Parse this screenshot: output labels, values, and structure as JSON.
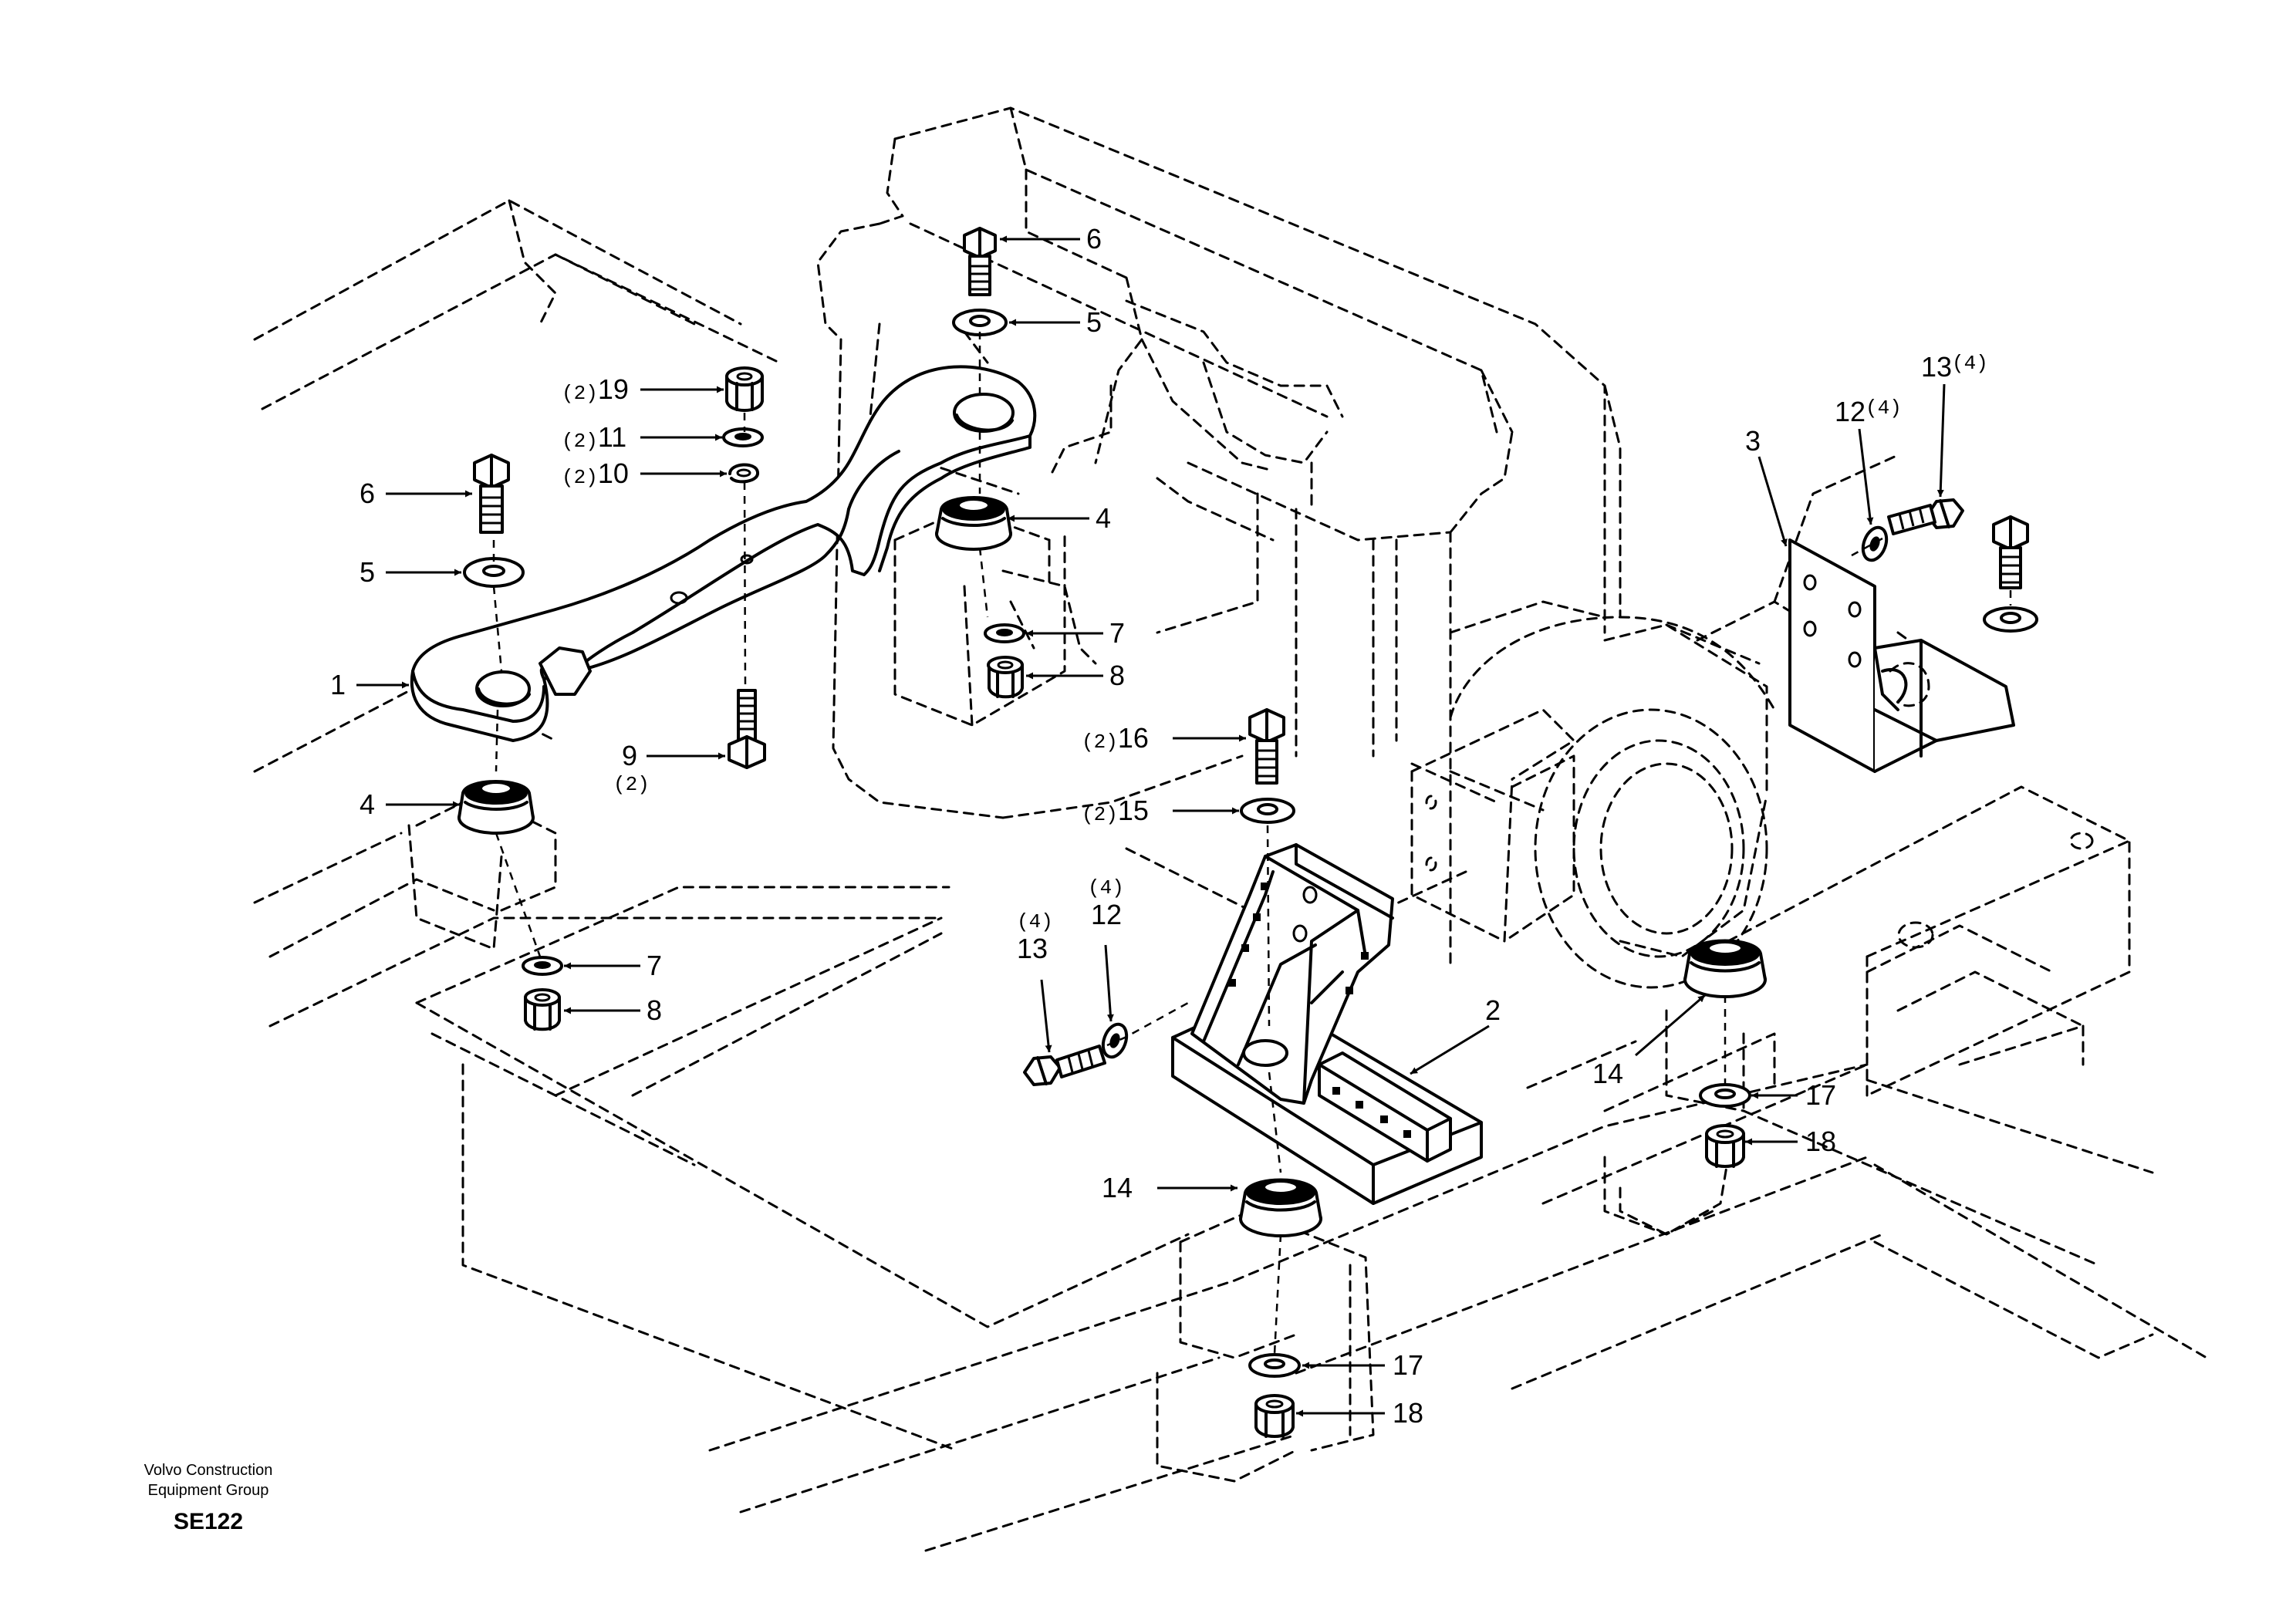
{
  "footer": {
    "company_line1": "Volvo Construction",
    "company_line2": "Equipment Group",
    "code": "SE122"
  },
  "callouts": [
    {
      "id": "c-6a",
      "qty": "",
      "part": "6"
    },
    {
      "id": "c-5a",
      "qty": "",
      "part": "5"
    },
    {
      "id": "c-19",
      "qty": "(2)",
      "part": "19"
    },
    {
      "id": "c-11",
      "qty": "(2)",
      "part": "11"
    },
    {
      "id": "c-10",
      "qty": "(2)",
      "part": "10"
    },
    {
      "id": "c-6b",
      "qty": "",
      "part": "6"
    },
    {
      "id": "c-5b",
      "qty": "",
      "part": "5"
    },
    {
      "id": "c-1",
      "qty": "",
      "part": "1"
    },
    {
      "id": "c-9",
      "qty": "(2)",
      "part": "9"
    },
    {
      "id": "c-4a",
      "qty": "",
      "part": "4"
    },
    {
      "id": "c-4b",
      "qty": "",
      "part": "4"
    },
    {
      "id": "c-7a",
      "qty": "",
      "part": "7"
    },
    {
      "id": "c-8a",
      "qty": "",
      "part": "8"
    },
    {
      "id": "c-7b",
      "qty": "",
      "part": "7"
    },
    {
      "id": "c-8b",
      "qty": "",
      "part": "8"
    },
    {
      "id": "c-16",
      "qty": "(2)",
      "part": "16"
    },
    {
      "id": "c-15",
      "qty": "(2)",
      "part": "15"
    },
    {
      "id": "c-13a",
      "qty": "(4)",
      "part": "13"
    },
    {
      "id": "c-12a",
      "qty": "(4)",
      "part": "12"
    },
    {
      "id": "c-2",
      "qty": "",
      "part": "2"
    },
    {
      "id": "c-3",
      "qty": "",
      "part": "3"
    },
    {
      "id": "c-12b",
      "qty": "(4)",
      "part": "12"
    },
    {
      "id": "c-13b",
      "qty": "(4)",
      "part": "13"
    },
    {
      "id": "c-14a",
      "qty": "",
      "part": "14"
    },
    {
      "id": "c-14b",
      "qty": "",
      "part": "14"
    },
    {
      "id": "c-17a",
      "qty": "",
      "part": "17"
    },
    {
      "id": "c-18a",
      "qty": "",
      "part": "18"
    },
    {
      "id": "c-17b",
      "qty": "",
      "part": "17"
    },
    {
      "id": "c-18b",
      "qty": "",
      "part": "18"
    }
  ]
}
